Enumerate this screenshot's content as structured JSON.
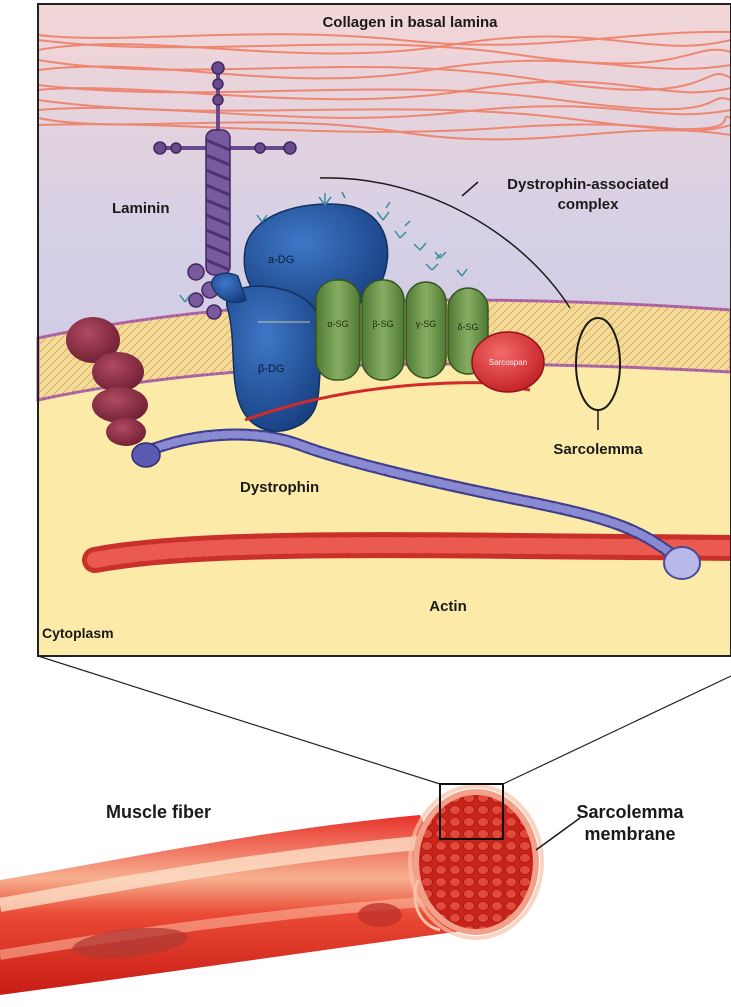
{
  "labels": {
    "collagen": "Collagen in basal lamina",
    "laminin": "Laminin",
    "dystrophin_complex_line1": "Dystrophin-associated",
    "dystrophin_complex_line2": "complex",
    "alpha_dg": "a-DG",
    "beta_dg": "β-DG",
    "alpha_sg": "α-SG",
    "beta_sg": "β-SG",
    "gamma_sg": "γ-SG",
    "delta_sg": "δ-SG",
    "sarcospan": "Sarcospan",
    "sarcolemma": "Sarcolemma",
    "dystrophin": "Dystrophin",
    "actin": "Actin",
    "cytoplasm": "Cytoplasm",
    "muscle_fiber": "Muscle fiber",
    "sarcolemma_membrane_line1": "Sarcolemma",
    "sarcolemma_membrane_line2": "membrane"
  },
  "colors": {
    "collagen": "#f07a5f",
    "laminin": "#6a4a8c",
    "dystroglycan": "#1f4f9a",
    "sarcoglycan": "#6f9a4c",
    "sarcospan": "#e0333a",
    "dystrophin": "#5a5aa8",
    "actin": "#d8423a",
    "membrane": "#e8c874",
    "cytoplasm": "#fbe9a8",
    "extracellular": "#cfcbe3",
    "muscle_fiber": "#d9271c"
  }
}
